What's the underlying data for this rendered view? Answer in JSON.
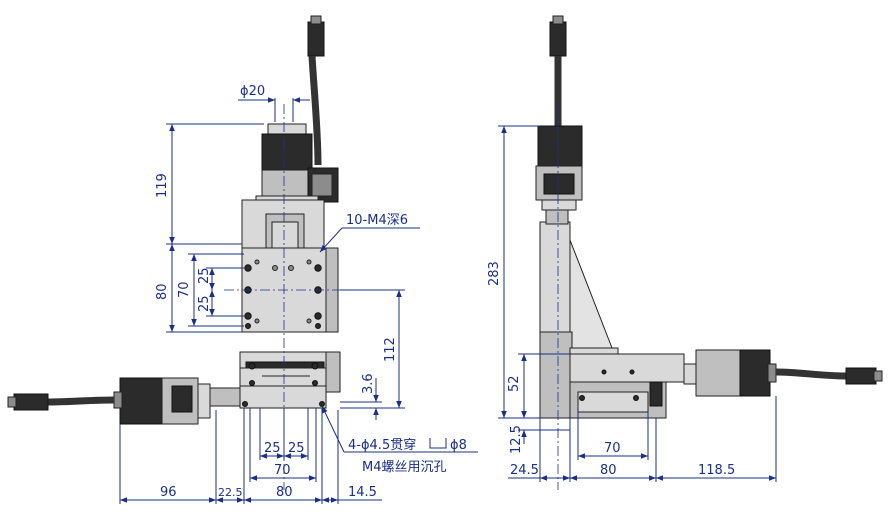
{
  "front_view": {
    "dims": {
      "shaft_dia": "ϕ20",
      "motor_height": "119",
      "stage_height": "80",
      "hole_span_v": "70",
      "hole_pitch_v1": "25",
      "hole_pitch_v2": "25",
      "center_height": "112",
      "offset_small": "3.6",
      "hole_pitch_h1": "25",
      "hole_pitch_h2": "25",
      "hole_span_h": "70",
      "base_width": "80",
      "motor_len": "96",
      "offset_left": "22.5",
      "offset_right": "14.5"
    },
    "notes": {
      "tapped_holes": "10-M4深6",
      "through_holes_line1": "4-ϕ4.5贯穿",
      "through_holes_cbore": "ϕ8",
      "through_holes_line2": "M4螺丝用沉孔"
    }
  },
  "side_view": {
    "dims": {
      "total_height": "283",
      "lower_height": "52",
      "base_thick": "12.5",
      "hole_span": "70",
      "base_width": "80",
      "left_offset": "24.5",
      "motor_len": "118.5"
    }
  }
}
